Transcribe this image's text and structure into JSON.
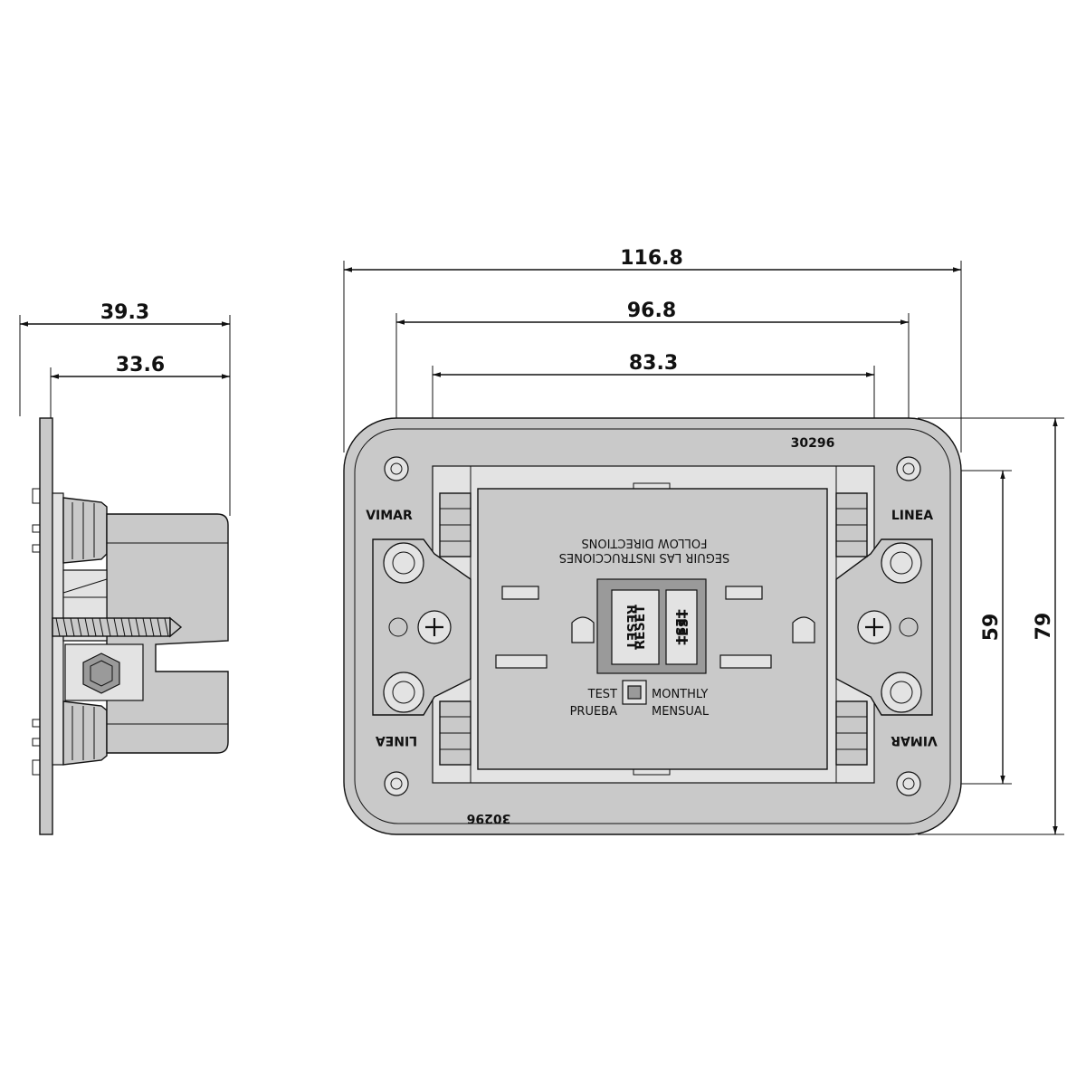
{
  "dimensions": {
    "side_total_depth": "39.3",
    "side_body_depth": "33.6",
    "plate_width": "116.8",
    "screw_spacing": "96.8",
    "frame_width": "83.3",
    "frame_height": "59",
    "plate_height": "79"
  },
  "plate": {
    "code_top": "30296",
    "code_bottom": "30296",
    "brand_top_left": "VIMAR",
    "line_top_right": "LINEA",
    "line_bottom_left": "LINEA",
    "brand_bottom_right": "VIMAR"
  },
  "outlet": {
    "instruction_line1": "FOLLOW DIRECTIONS",
    "instruction_line2": "SEGUIR LAS INSTRUCCIONES",
    "reset_en": "RESET",
    "reset_es": "RESET",
    "test_en": "TEST",
    "test_es": "TEST",
    "test_label_en": "TEST",
    "test_label_es": "PRUEBA",
    "monthly_en": "MONTHLY",
    "monthly_es": "MENSUAL"
  }
}
